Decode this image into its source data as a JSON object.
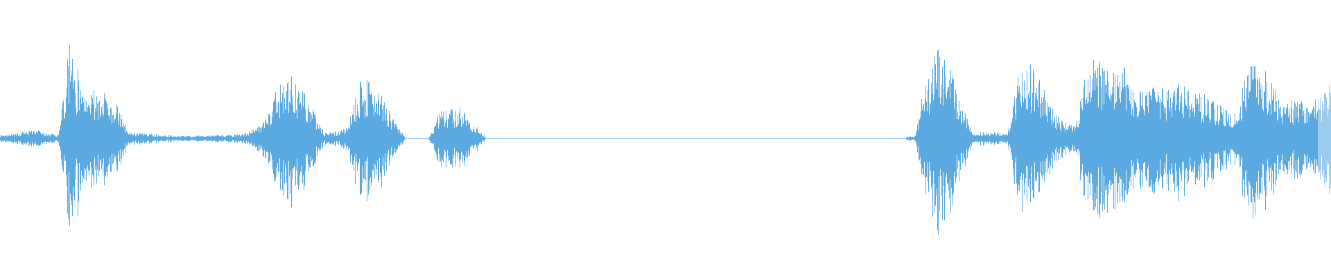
{
  "waveform": {
    "color": "#5aa9e0",
    "faded_color": "#9ccbee",
    "background": "#ffffff",
    "amplitude_envelope": [
      0.04,
      0.05,
      0.07,
      0.1,
      0.06,
      0.04,
      0.95,
      0.55,
      0.52,
      0.5,
      0.4,
      0.08,
      0.06,
      0.05,
      0.04,
      0.035,
      0.03,
      0.03,
      0.035,
      0.04,
      0.045,
      0.05,
      0.1,
      0.22,
      0.58,
      0.62,
      0.55,
      0.35,
      0.06,
      0.07,
      0.12,
      0.62,
      0.55,
      0.45,
      0.2,
      0.01,
      0.01,
      0.01,
      0.3,
      0.32,
      0.3,
      0.15,
      0.01,
      0.01,
      0.01,
      0.01,
      0.01,
      0.01,
      0.01,
      0.01,
      0.01,
      0.01,
      0.01,
      0.01,
      0.01,
      0.01,
      0.01,
      0.01,
      0.01,
      0.01,
      0.01,
      0.01,
      0.01,
      0.01,
      0.01,
      0.01,
      0.01,
      0.01,
      0.01,
      0.01,
      0.01,
      0.01,
      0.01,
      0.01,
      0.01,
      0.01,
      0.01,
      0.01,
      0.01,
      0.03,
      0.6,
      1.0,
      0.85,
      0.4,
      0.06,
      0.08,
      0.07,
      0.05,
      0.7,
      0.78,
      0.6,
      0.28,
      0.18,
      0.15,
      0.9,
      0.82,
      0.72,
      0.8,
      0.55,
      0.5,
      0.58,
      0.52,
      0.62,
      0.5,
      0.48,
      0.4,
      0.3,
      0.35,
      0.8,
      0.85,
      0.55,
      0.38,
      0.42,
      0.4,
      0.45,
      0.6
    ]
  }
}
